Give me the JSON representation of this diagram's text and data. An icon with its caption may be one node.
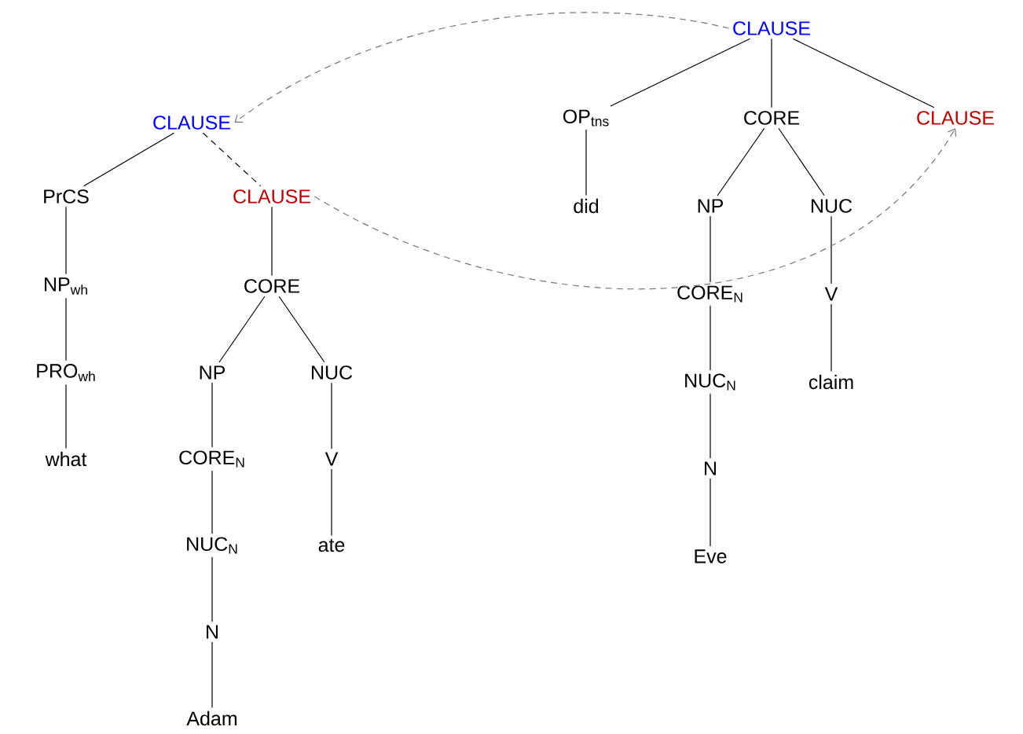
{
  "diagram": {
    "nodes": [
      {
        "text": [
          "CLAUSE"
        ]
      },
      {
        "text": [
          "PrCS"
        ]
      },
      {
        "text": [
          "CLAUSE"
        ]
      },
      {
        "text": [
          "NP$_{wh}$"
        ]
      },
      {
        "text": [
          "CORE"
        ]
      },
      {
        "text": [
          "PRO$_{wh}$"
        ]
      },
      {
        "text": [
          "NP"
        ]
      },
      {
        "text": [
          "NUC"
        ]
      },
      {
        "text": [
          "what"
        ]
      },
      {
        "text": [
          "CORE$_{N}$"
        ]
      },
      {
        "text": [
          "V"
        ]
      },
      {
        "text": [
          "NUC$_{N}$"
        ]
      },
      {
        "text": [
          "ate"
        ]
      },
      {
        "text": [
          "N"
        ]
      },
      {
        "text": [
          "Adam"
        ]
      },
      {
        "text": [
          "CLAUSE"
        ]
      },
      {
        "text": [
          "OP$_{tns}$"
        ]
      },
      {
        "text": [
          "CORE"
        ]
      },
      {
        "text": [
          "CLAUSE"
        ]
      },
      {
        "text": [
          "did"
        ]
      },
      {
        "text": [
          "NP"
        ]
      },
      {
        "text": [
          "NUC"
        ]
      },
      {
        "text": [
          "CORE$_{N}$"
        ]
      },
      {
        "text": [
          "V"
        ]
      },
      {
        "text": [
          "NUC$_{N}$"
        ]
      },
      {
        "text": [
          "claim"
        ]
      },
      {
        "text": [
          "N"
        ]
      },
      {
        "text": [
          "Eve"
        ]
      }
    ],
    "edges": [
      {
        "from": 0,
        "to": 1,
        "arrow": "none"
      },
      {
        "from": 0,
        "to": 2,
        "arrow": "none",
        "style": "dashed"
      },
      {
        "from": 1,
        "to": 3,
        "arrow": "none"
      },
      {
        "from": 3,
        "to": 5,
        "arrow": "none"
      },
      {
        "from": 5,
        "to": 8,
        "arrow": "none"
      },
      {
        "from": 2,
        "to": 4,
        "arrow": "none"
      },
      {
        "from": 4,
        "to": 6,
        "arrow": "none"
      },
      {
        "from": 4,
        "to": 7,
        "arrow": "none"
      },
      {
        "from": 6,
        "to": 9,
        "arrow": "none"
      },
      {
        "from": 9,
        "to": 11,
        "arrow": "none"
      },
      {
        "from": 11,
        "to": 13,
        "arrow": "none"
      },
      {
        "from": 13,
        "to": 14,
        "arrow": "none"
      },
      {
        "from": 7,
        "to": 10,
        "arrow": "none"
      },
      {
        "from": 10,
        "to": 12,
        "arrow": "none"
      },
      {
        "from": 15,
        "to": 16,
        "arrow": "none"
      },
      {
        "from": 15,
        "to": 17,
        "arrow": "none"
      },
      {
        "from": 15,
        "to": 18,
        "arrow": "none"
      },
      {
        "from": 16,
        "to": 19,
        "arrow": "none"
      },
      {
        "from": 17,
        "to": 20,
        "arrow": "none"
      },
      {
        "from": 17,
        "to": 21,
        "arrow": "none"
      },
      {
        "from": 20,
        "to": 22,
        "arrow": "none"
      },
      {
        "from": 22,
        "to": 24,
        "arrow": "none"
      },
      {
        "from": 24,
        "to": 26,
        "arrow": "none"
      },
      {
        "from": 26,
        "to": 27,
        "arrow": "none"
      },
      {
        "from": 21,
        "to": 23,
        "arrow": "none"
      },
      {
        "from": 23,
        "to": 25,
        "arrow": "none"
      },
      {
        "from": 15,
        "to": 0,
        "arrow": "to",
        "style": "dashed",
        "color": "#777777"
      },
      {
        "from": 2,
        "to": 18,
        "arrow": "to",
        "style": "dashed",
        "color": "#777777"
      }
    ]
  }
}
